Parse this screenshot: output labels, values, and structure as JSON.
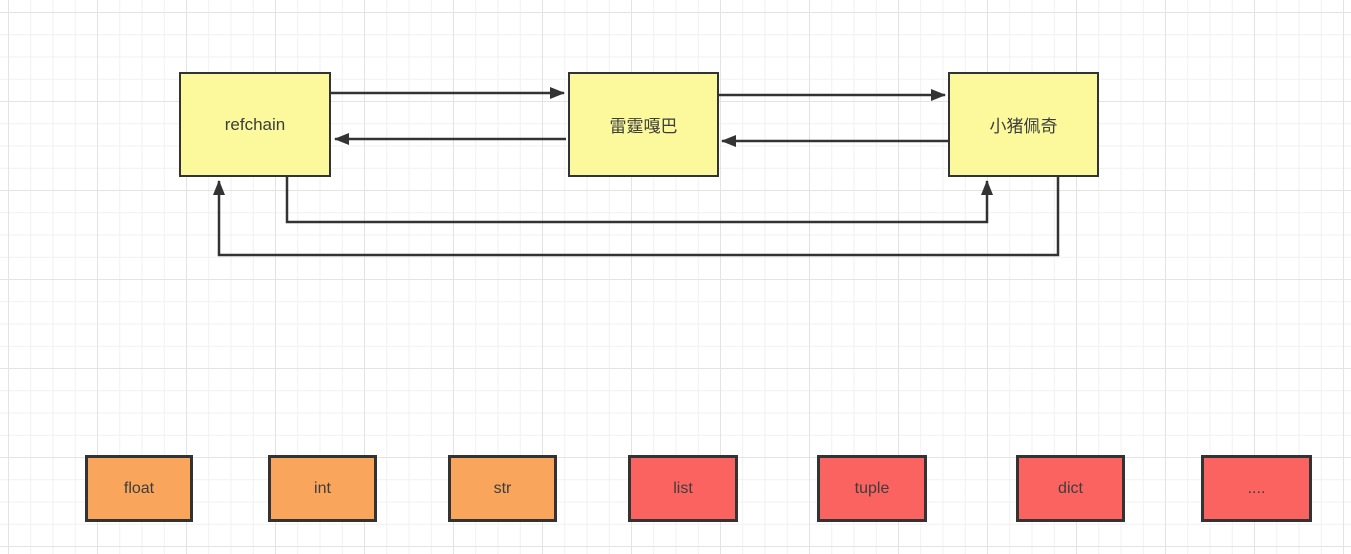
{
  "diagram": {
    "top_nodes": [
      {
        "id": "refchain",
        "label": "refchain",
        "fill": "#FBF99B",
        "border": "#333333"
      },
      {
        "id": "leiting",
        "label": "雷霆嘎巴",
        "fill": "#FBF99B",
        "border": "#333333"
      },
      {
        "id": "peppa",
        "label": "小猪佩奇",
        "fill": "#FBF99B",
        "border": "#333333"
      }
    ],
    "bottom_nodes": [
      {
        "id": "float",
        "label": "float",
        "fill": "#F9A65C",
        "border": "#333333"
      },
      {
        "id": "int",
        "label": "int",
        "fill": "#F9A65C",
        "border": "#333333"
      },
      {
        "id": "str",
        "label": "str",
        "fill": "#F9A65C",
        "border": "#333333"
      },
      {
        "id": "list",
        "label": "list",
        "fill": "#FA6360",
        "border": "#333333"
      },
      {
        "id": "tuple",
        "label": "tuple",
        "fill": "#FA6360",
        "border": "#333333"
      },
      {
        "id": "dict",
        "label": "dict",
        "fill": "#FA6360",
        "border": "#333333"
      },
      {
        "id": "etc",
        "label": "....",
        "fill": "#FA6360",
        "border": "#333333"
      }
    ],
    "connectors": [
      {
        "from": "refchain",
        "to": "雷霆嘎巴",
        "route": "straight",
        "arrow": "right"
      },
      {
        "from": "雷霆嘎巴",
        "to": "refchain",
        "route": "straight",
        "arrow": "left"
      },
      {
        "from": "雷霆嘎巴",
        "to": "小猪佩奇",
        "route": "straight",
        "arrow": "right"
      },
      {
        "from": "小猪佩奇",
        "to": "雷霆嘎巴",
        "route": "straight",
        "arrow": "left"
      },
      {
        "from": "refchain",
        "to": "小猪佩奇",
        "route": "under-boxes",
        "arrow": "up-into-bottom"
      },
      {
        "from": "小猪佩奇",
        "to": "refchain",
        "route": "under-boxes",
        "arrow": "up-into-bottom"
      }
    ],
    "colors": {
      "canvas_background": "#FFFFFF",
      "grid_minor": "#F0F0F0",
      "grid_major": "#E3E3E3",
      "connector_stroke": "#333333",
      "node_text": "#3D3D3D",
      "node_yellow": "#FBF99B",
      "node_orange": "#F9A65C",
      "node_red": "#FA6360"
    }
  }
}
